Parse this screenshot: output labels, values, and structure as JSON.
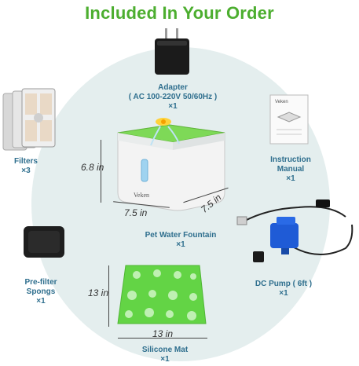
{
  "header": {
    "title": "Included In Your Order"
  },
  "items": {
    "adapter": {
      "name": "Adapter",
      "spec": "( AC 100-220V 50/60Hz )",
      "qty": "×1"
    },
    "filters": {
      "name": "Filters",
      "qty": "×3"
    },
    "manual": {
      "name": "Instruction",
      "name2": "Manual",
      "qty": "×1"
    },
    "fountain": {
      "name": "Pet Water Fountain",
      "qty": "×1",
      "brand": "Veken"
    },
    "prefilter": {
      "name": "Pre-filter",
      "name2": "Spongs",
      "qty": "×1"
    },
    "pump": {
      "name": "DC Pump ( 6ft )",
      "qty": "×1"
    },
    "mat": {
      "name": "Silicone Mat",
      "qty": "×1"
    }
  },
  "dimensions": {
    "fountain_height": "6.8 in",
    "fountain_width": "7.5 in",
    "fountain_depth": "7.5 in",
    "mat_height": "13 in",
    "mat_width": "13 in"
  },
  "manual_cover": {
    "brand": "Veken"
  },
  "colors": {
    "title_green": "#4cae2f",
    "label_blue": "#2f6f8e",
    "fountain_green": "#7ed957",
    "mat_green": "#63d445",
    "circle_bg": "#e4eeee",
    "pump_blue": "#1f5bd6"
  },
  "icons": [
    "adapter-icon",
    "filters-icon",
    "manual-icon",
    "fountain-icon",
    "sponge-icon",
    "pump-icon",
    "mat-icon"
  ]
}
